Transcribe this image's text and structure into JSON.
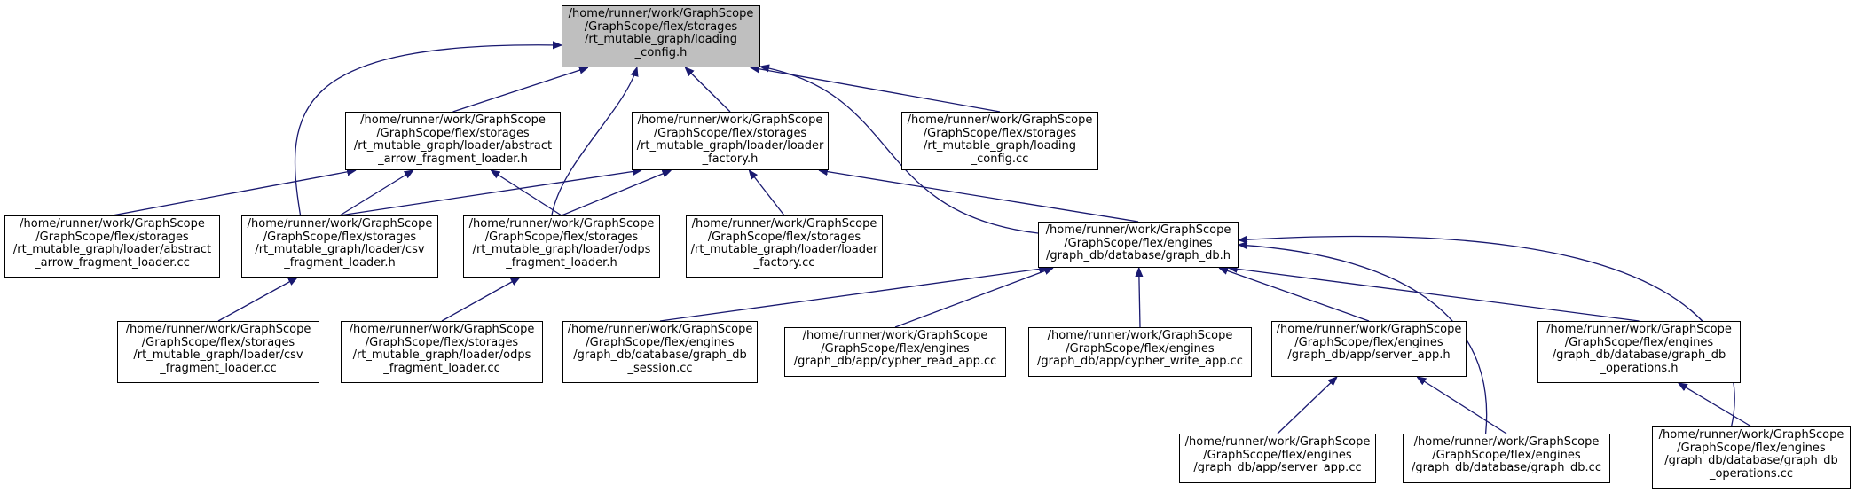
{
  "graph": {
    "colors": {
      "edge": "#191970",
      "root_fill": "#bfbfbf",
      "node_fill": "#ffffff",
      "border": "#000000"
    },
    "nodes": {
      "root": [
        "/home/runner/work/GraphScope",
        "/GraphScope/flex/storages",
        "/rt_mutable_graph/loading",
        "_config.h"
      ],
      "abs_h": [
        "/home/runner/work/GraphScope",
        "/GraphScope/flex/storages",
        "/rt_mutable_graph/loader/abstract",
        "_arrow_fragment_loader.h"
      ],
      "lf_h": [
        "/home/runner/work/GraphScope",
        "/GraphScope/flex/storages",
        "/rt_mutable_graph/loader/loader",
        "_factory.h"
      ],
      "lc_cc": [
        "/home/runner/work/GraphScope",
        "/GraphScope/flex/storages",
        "/rt_mutable_graph/loading",
        "_config.cc"
      ],
      "abs_cc": [
        "/home/runner/work/GraphScope",
        "/GraphScope/flex/storages",
        "/rt_mutable_graph/loader/abstract",
        "_arrow_fragment_loader.cc"
      ],
      "csv_h": [
        "/home/runner/work/GraphScope",
        "/GraphScope/flex/storages",
        "/rt_mutable_graph/loader/csv",
        "_fragment_loader.h"
      ],
      "odps_h": [
        "/home/runner/work/GraphScope",
        "/GraphScope/flex/storages",
        "/rt_mutable_graph/loader/odps",
        "_fragment_loader.h"
      ],
      "lf_cc": [
        "/home/runner/work/GraphScope",
        "/GraphScope/flex/storages",
        "/rt_mutable_graph/loader/loader",
        "_factory.cc"
      ],
      "gdb_h": [
        "/home/runner/work/GraphScope",
        "/GraphScope/flex/engines",
        "/graph_db/database/graph_db.h"
      ],
      "csv_cc": [
        "/home/runner/work/GraphScope",
        "/GraphScope/flex/storages",
        "/rt_mutable_graph/loader/csv",
        "_fragment_loader.cc"
      ],
      "odps_cc": [
        "/home/runner/work/GraphScope",
        "/GraphScope/flex/storages",
        "/rt_mutable_graph/loader/odps",
        "_fragment_loader.cc"
      ],
      "sess_cc": [
        "/home/runner/work/GraphScope",
        "/GraphScope/flex/engines",
        "/graph_db/database/graph_db",
        "_session.cc"
      ],
      "cr_cc": [
        "/home/runner/work/GraphScope",
        "/GraphScope/flex/engines",
        "/graph_db/app/cypher_read_app.cc"
      ],
      "cw_cc": [
        "/home/runner/work/GraphScope",
        "/GraphScope/flex/engines",
        "/graph_db/app/cypher_write_app.cc"
      ],
      "sa_h": [
        "/home/runner/work/GraphScope",
        "/GraphScope/flex/engines",
        "/graph_db/app/server_app.h"
      ],
      "ops_h": [
        "/home/runner/work/GraphScope",
        "/GraphScope/flex/engines",
        "/graph_db/database/graph_db",
        "_operations.h"
      ],
      "sa_cc": [
        "/home/runner/work/GraphScope",
        "/GraphScope/flex/engines",
        "/graph_db/app/server_app.cc"
      ],
      "gdb_cc": [
        "/home/runner/work/GraphScope",
        "/GraphScope/flex/engines",
        "/graph_db/database/graph_db.cc"
      ],
      "ops_cc": [
        "/home/runner/work/GraphScope",
        "/GraphScope/flex/engines",
        "/graph_db/database/graph_db",
        "_operations.cc"
      ]
    },
    "edges": [
      [
        "abs_h",
        "root"
      ],
      [
        "lf_h",
        "root"
      ],
      [
        "lc_cc",
        "root"
      ],
      [
        "csv_h",
        "root"
      ],
      [
        "odps_h",
        "root"
      ],
      [
        "gdb_h",
        "root"
      ],
      [
        "abs_cc",
        "abs_h"
      ],
      [
        "csv_h",
        "abs_h"
      ],
      [
        "odps_h",
        "abs_h"
      ],
      [
        "csv_h",
        "lf_h"
      ],
      [
        "odps_h",
        "lf_h"
      ],
      [
        "lf_cc",
        "lf_h"
      ],
      [
        "gdb_h",
        "lf_h"
      ],
      [
        "csv_cc",
        "csv_h"
      ],
      [
        "odps_cc",
        "odps_h"
      ],
      [
        "sess_cc",
        "gdb_h"
      ],
      [
        "cr_cc",
        "gdb_h"
      ],
      [
        "cw_cc",
        "gdb_h"
      ],
      [
        "sa_h",
        "gdb_h"
      ],
      [
        "ops_h",
        "gdb_h"
      ],
      [
        "gdb_cc",
        "gdb_h"
      ],
      [
        "ops_cc",
        "gdb_h"
      ],
      [
        "sa_cc",
        "sa_h"
      ],
      [
        "gdb_cc",
        "sa_h"
      ],
      [
        "ops_cc",
        "ops_h"
      ]
    ]
  }
}
